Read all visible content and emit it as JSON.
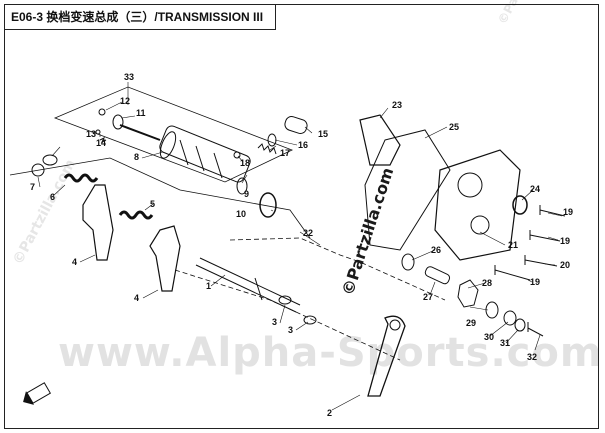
{
  "title": "E06-3 换档变速总成（三）/TRANSMISSION III",
  "watermarks": {
    "main": "www.Alpha-Sports.com",
    "side": "©Partzilla.com",
    "center": "©Partzilla.com"
  },
  "callouts": [
    "1",
    "2",
    "3",
    "3",
    "4",
    "4",
    "5",
    "6",
    "7",
    "8",
    "9",
    "10",
    "11",
    "12",
    "13",
    "14",
    "15",
    "16",
    "17",
    "18",
    "19",
    "19",
    "19",
    "20",
    "21",
    "22",
    "23",
    "24",
    "25",
    "26",
    "27",
    "28",
    "29",
    "30",
    "31",
    "32",
    "33"
  ],
  "colors": {
    "line": "#111111",
    "watermark": "#e2e2e2",
    "background": "#ffffff"
  },
  "icons": {
    "front_indicator": "front-arrow-icon"
  }
}
